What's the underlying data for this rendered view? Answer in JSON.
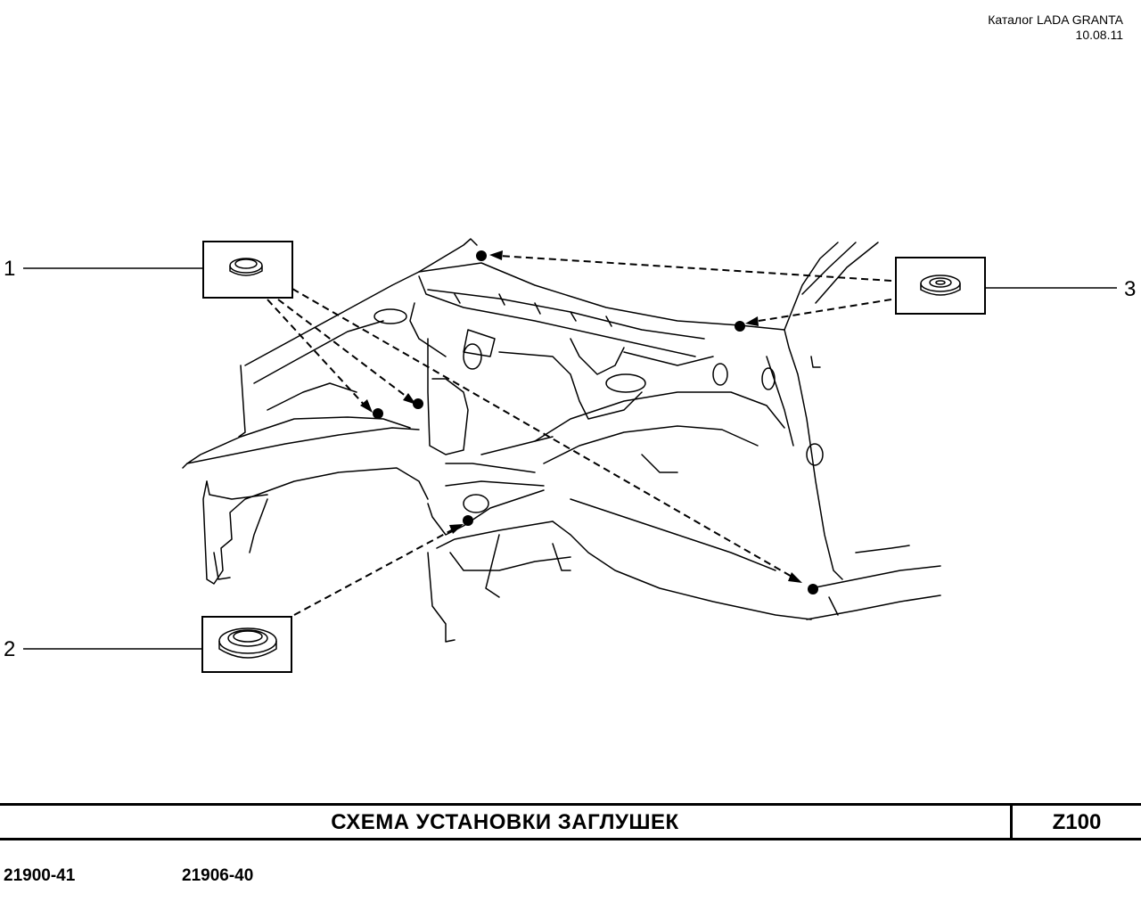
{
  "header": {
    "catalog": "Каталог LADA  GRANTA",
    "date": "10.08.11"
  },
  "callouts": [
    {
      "number": "1"
    },
    {
      "number": "2"
    },
    {
      "number": "3"
    }
  ],
  "title_bar": {
    "title": "СХЕМА   УСТАНОВКИ   ЗАГЛУШЕК",
    "code": "Z100"
  },
  "models": [
    "21900-41",
    "21906-40"
  ]
}
